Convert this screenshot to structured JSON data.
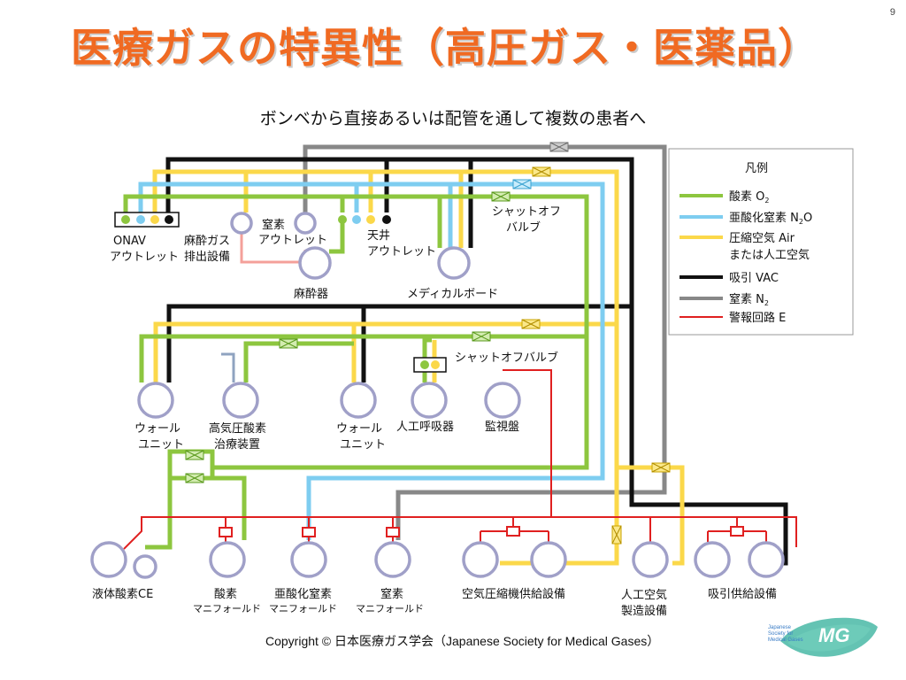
{
  "page_number": "9",
  "title": "医療ガスの特異性（高圧ガス・医薬品）",
  "subtitle": "ボンベから直接あるいは配管を通して複数の患者へ",
  "copyright": "Copyright  © 日本医療ガス学会（Japanese Society for Medical Gases）",
  "logo": {
    "line1": "Japanese Society for",
    "line2": "Medical Gases",
    "mark": "MG"
  },
  "legend": {
    "title": "凡例",
    "items": [
      {
        "label": "酸素 O",
        "sub": "2",
        "color": "#8dc63f"
      },
      {
        "label": "亜酸化窒素 N",
        "sub": "2",
        "suffix": "O",
        "color": "#7ecdf0"
      },
      {
        "label": "圧縮空気 Air",
        "label2": "または人工空気",
        "color": "#fbd84a"
      },
      {
        "label": "吸引 VAC",
        "color": "#111111"
      },
      {
        "label": "窒素 N",
        "sub": "2",
        "color": "#888888"
      },
      {
        "label": "警報回路 E",
        "color": "#e02020"
      }
    ]
  },
  "labels": {
    "onav": [
      "ONAV",
      "アウトレット"
    ],
    "exhaust": [
      "麻酔ガス",
      "排出設備"
    ],
    "n2_outlet": [
      "窒素",
      "アウトレット"
    ],
    "ceiling": [
      "天井",
      "アウトレット"
    ],
    "shutoff1": [
      "シャットオフ",
      "バルブ"
    ],
    "anesthesia": "麻酔器",
    "medical_board": "メディカルボード",
    "shutoff2": "シャットオフバルブ",
    "wall1": [
      "ウォール",
      "ユニット"
    ],
    "hyperbaric": [
      "高気圧酸素",
      "治療装置"
    ],
    "wall2": [
      "ウォール",
      "ユニット"
    ],
    "ventilator": "人工呼吸器",
    "monitor": "監視盤",
    "lox": "液体酸素CE",
    "o2_manifold": [
      "酸素",
      "マニフォールド"
    ],
    "n2o_manifold": [
      "亜酸化窒素",
      "マニフォールド"
    ],
    "n2_manifold": [
      "窒素",
      "マニフォールド"
    ],
    "air_compressor": "空気圧縮機供給設備",
    "synthetic_air": [
      "人工空気",
      "製造設備"
    ],
    "vacuum": "吸引供給設備"
  },
  "colors": {
    "oxygen": "#8dc63f",
    "n2o": "#7ecdf0",
    "air": "#fbd84a",
    "vac": "#111111",
    "nitrogen": "#888888",
    "alarm": "#e02020",
    "exhaust": "#f4a09a",
    "title": "#f06a22"
  }
}
